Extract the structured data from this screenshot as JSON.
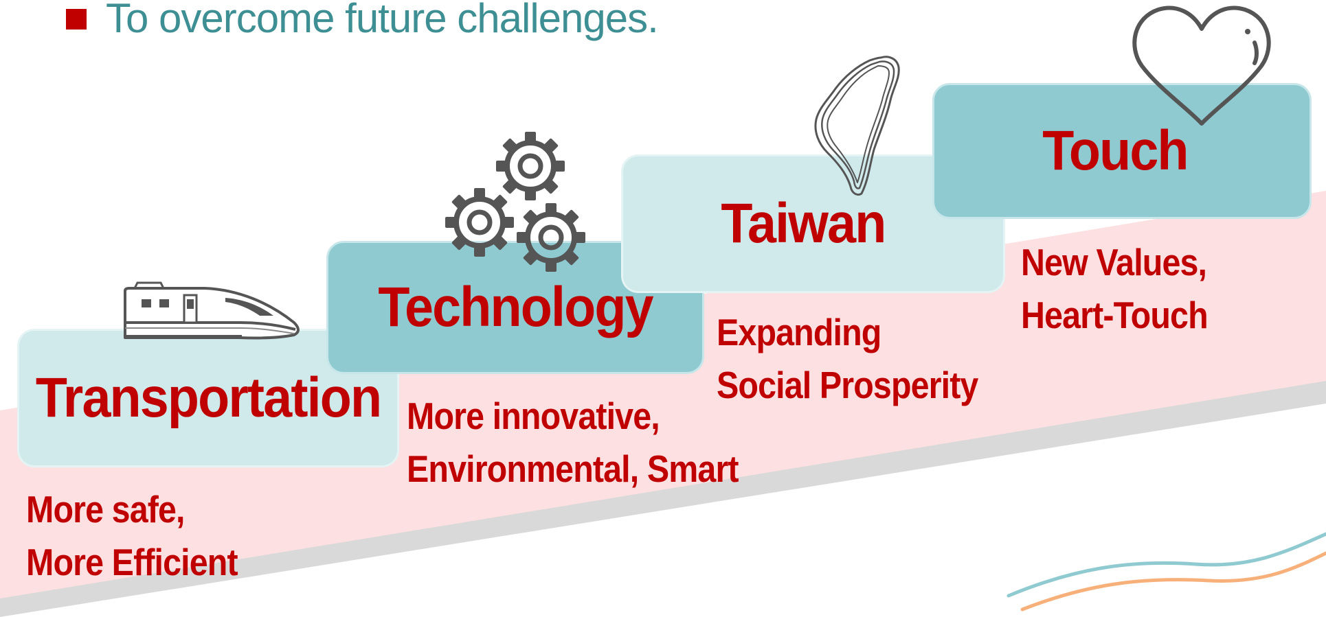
{
  "bullet": {
    "text": "To overcome future challenges."
  },
  "steps": [
    {
      "title": "Transportation",
      "icon": "train-icon",
      "desc": [
        "More safe,",
        "More Efficient"
      ]
    },
    {
      "title": "Technology",
      "icon": "gears-icon",
      "desc": [
        "More innovative,",
        "Environmental, Smart"
      ]
    },
    {
      "title": "Taiwan",
      "icon": "taiwan-map-icon",
      "desc": [
        "Expanding",
        "Social Prosperity"
      ]
    },
    {
      "title": "Touch",
      "icon": "heart-icon",
      "desc": [
        "New Values,",
        "Heart-Touch"
      ]
    }
  ],
  "colors": {
    "accent_red": "#c00000",
    "teal_text": "#3e8f93",
    "step_light": "#d0eaec",
    "step_dark": "#8fcad1",
    "ramp_pink": "#fde0e1",
    "ramp_shadow": "#d9d9d9",
    "icon_gray": "#555555",
    "wave_teal": "#8fcad1",
    "wave_orange": "#f7b07a"
  }
}
